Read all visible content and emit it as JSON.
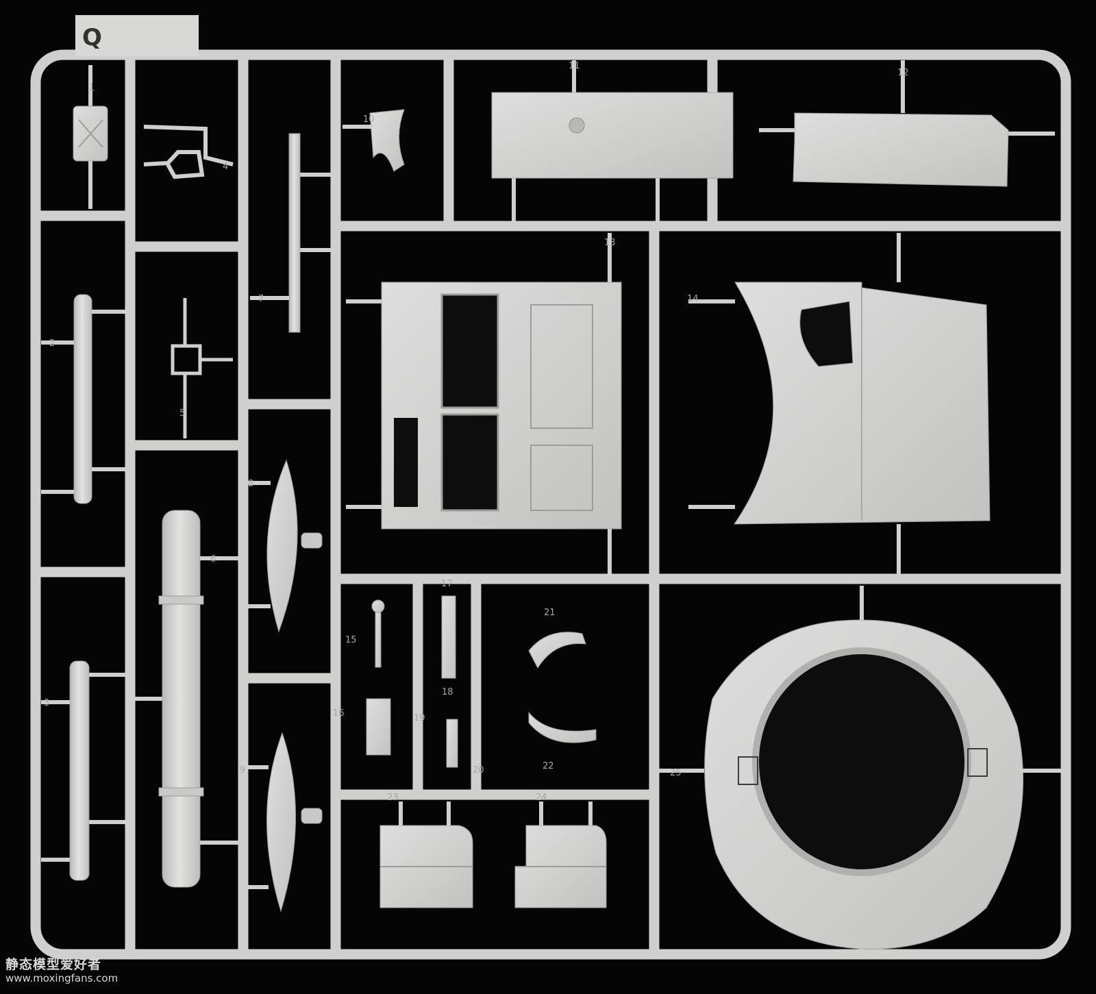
{
  "sprue": {
    "letter": "Q",
    "part_numbers": [
      "1",
      "2",
      "3",
      "4",
      "5",
      "6",
      "7",
      "8",
      "9",
      "10",
      "11",
      "12",
      "13",
      "14",
      "15",
      "16",
      "17",
      "18",
      "19",
      "20",
      "21",
      "22",
      "23",
      "24",
      "25"
    ]
  },
  "watermark": {
    "title": "静态模型爱好者",
    "url": "www.moxingfans.com"
  },
  "colors": {
    "background": "#050505",
    "plastic": "#d4d4d2",
    "plastic_shadow": "#a9a9a7"
  }
}
